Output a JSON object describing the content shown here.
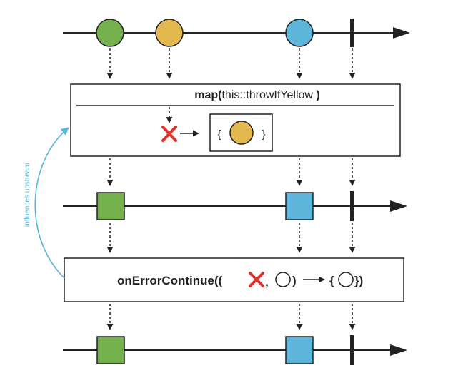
{
  "operators": {
    "map": {
      "bold": "map(",
      "arg": "this::throwIfYellow",
      "close": " )"
    },
    "on_error_continue": {
      "label": "onErrorContinue((",
      "sep": ",",
      "close_paren": ")",
      "brace_open": "{",
      "brace_close": "})"
    }
  },
  "map_detail": {
    "brace_open": "{",
    "brace_close": "}"
  },
  "annotation": "influences upstream",
  "colors": {
    "green": "#74b04b",
    "yellow": "#e3b84f",
    "blue": "#5db5db",
    "error_x": "#e2332b",
    "annotation": "#5ab4dc",
    "line": "#222222"
  },
  "timelines": {
    "source": [
      "green-circle",
      "yellow-circle",
      "blue-circle",
      "complete"
    ],
    "after_map": [
      "green-square",
      "blue-square",
      "complete"
    ],
    "after_on_error_continue": [
      "green-square",
      "blue-square",
      "complete"
    ]
  }
}
